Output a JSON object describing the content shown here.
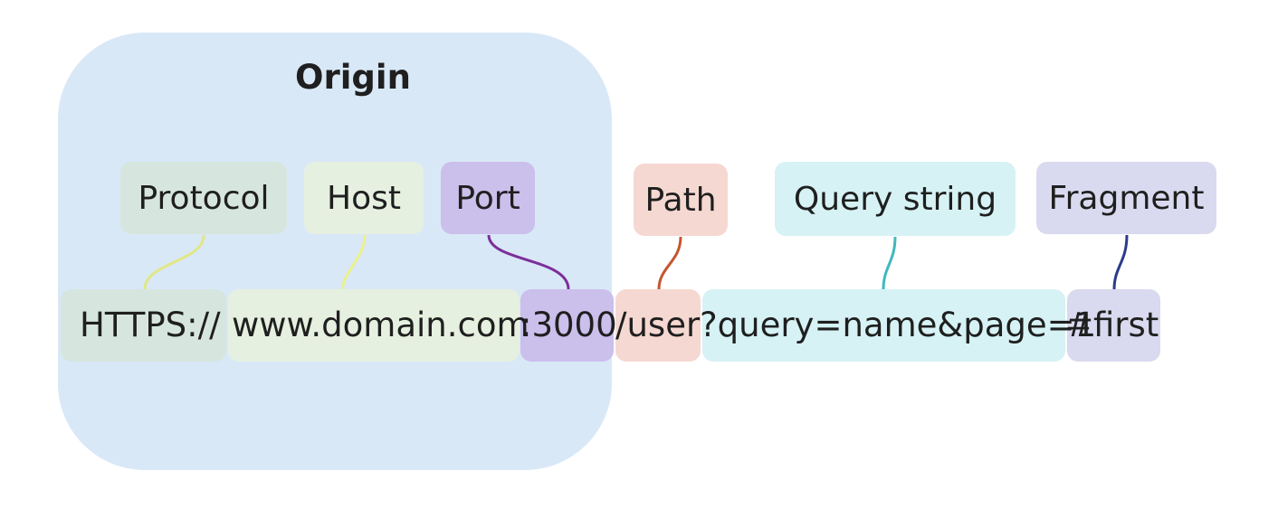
{
  "origin": {
    "title": "Origin"
  },
  "labels": {
    "protocol": "Protocol",
    "host": "Host",
    "port": "Port",
    "path": "Path",
    "query": "Query string",
    "fragment": "Fragment"
  },
  "url": {
    "protocol": "HTTPS://",
    "host": "www.domain.com",
    "port": ":3000",
    "path": "/user",
    "query": "?query=name&page=1",
    "fragment": "#first"
  },
  "colors": {
    "origin_bg": "#d9e8f7",
    "protocol_bg": "#d6e6df",
    "host_bg": "#e6f0e0",
    "port_bg": "#cbbfec",
    "path_bg": "#f5d8d1",
    "query_bg": "#d6f2f5",
    "fragment_bg": "#d9d9ef",
    "protocol_line": "#e0e884",
    "host_line": "#ecf08a",
    "port_line": "#7c2f9a",
    "path_line": "#c4562e",
    "query_line": "#3fb8bd",
    "fragment_line": "#2b3b8c"
  }
}
